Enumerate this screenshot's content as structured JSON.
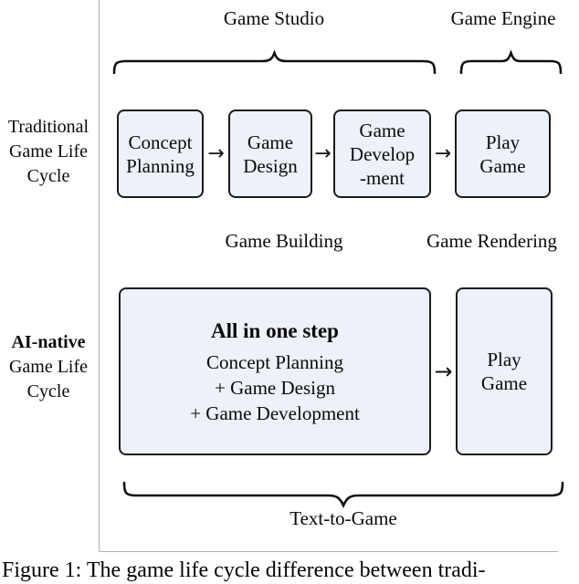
{
  "figure": {
    "top_labels": {
      "studio": "Game Studio",
      "engine": "Game Engine"
    },
    "mid_labels": {
      "building": "Game Building",
      "rendering": "Game Rendering"
    },
    "arrow_glyph": "→",
    "row1": {
      "side_label": {
        "l1": "Traditional",
        "l2": "Game Life",
        "l3": "Cycle"
      },
      "boxes": {
        "concept": {
          "l1": "Concept",
          "l2": "Planning"
        },
        "design": {
          "l1": "Game",
          "l2": "Design"
        },
        "develop": {
          "l1": "Game",
          "l2": "Develop",
          "l3": "-ment"
        },
        "play": {
          "l1": "Play",
          "l2": "Game"
        }
      }
    },
    "row2": {
      "side_label": {
        "l1": "AI-native",
        "l2": "Game Life",
        "l3": "Cycle"
      },
      "big_box": {
        "title": "All in one step",
        "line1": "Concept Planning",
        "line2": "+ Game Design",
        "line3": "+ Game Development"
      },
      "play_box": {
        "l1": "Play",
        "l2": "Game"
      }
    },
    "bottom_label": "Text-to-Game",
    "caption": "Figure 1: The game life cycle difference between tradi-"
  },
  "colors": {
    "box_fill": "#edf1f9",
    "box_border": "#1b1b1b",
    "frame_line": "#b0b0b0",
    "text": "#0a0a0a"
  }
}
